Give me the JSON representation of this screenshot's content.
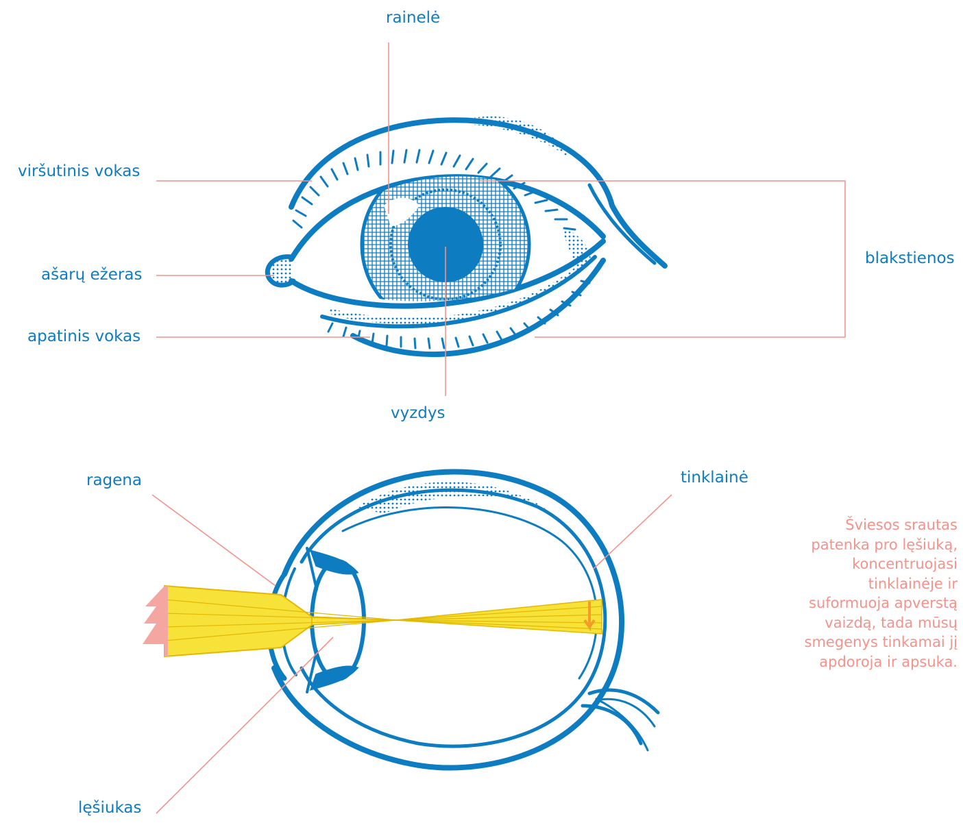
{
  "colors": {
    "eye_line": "#0d7cc1",
    "leader_line": "#f4928b",
    "light_beam": "#f7e23a",
    "beam_inverted": "#f39c26",
    "arrow_object": "#f4a7a1"
  },
  "icons": {
    "eye_front": "eye-front-illustration",
    "eye_section": "eye-cross-section-illustration",
    "object": "tree-arrow-icon"
  },
  "eye_labels": {
    "iris": "rainelė",
    "upper_eyelid": "viršutinis vokas",
    "tear_lake": "ašarų ežeras",
    "lower_eyelid": "apatinis vokas",
    "pupil": "vyzdys",
    "eyelashes": "blakstienos"
  },
  "section_labels": {
    "cornea": "ragena",
    "retina": "tinklainė",
    "lens": "lęšiukas"
  },
  "note_lines": [
    "Šviesos srautas",
    "patenka pro lęšiuką,",
    "koncentruojasi",
    "tinklainėje ir",
    "suformuoja apverstą",
    "vaizdą, tada mūsų",
    "smegenys tinkamai jį",
    "apdoroja ir apsuka."
  ]
}
